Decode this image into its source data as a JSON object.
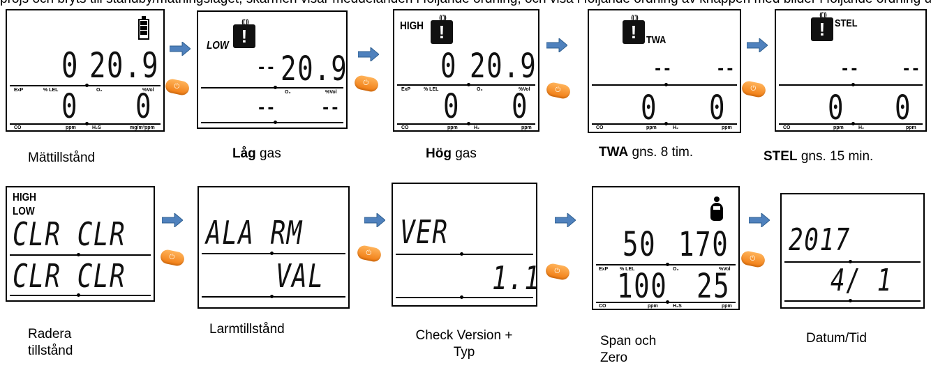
{
  "header_text": "projs och bryts till standby/mätningsläget, skärmen visar meddelanden i följande ordning, och visa i följande ordning av knappen med bilder i följande ordning under,",
  "units": {
    "exp": "ExP",
    "lel": "% LEL",
    "o2": "O₂",
    "vol": "%Vol",
    "co": "CO",
    "ppm": "ppm",
    "h2s": "H₂S",
    "h2": "H₂",
    "mg": "mg/m³ppm"
  },
  "screens": {
    "s1": {
      "top_left": "0",
      "top_right": "20.9",
      "bottom_left": "0",
      "bottom_right": "0"
    },
    "s2": {
      "label": "LOW",
      "top_left": "--",
      "top_right": "20.9",
      "bottom_left": "--",
      "bottom_right": "--"
    },
    "s3": {
      "label": "HIGH",
      "top_left": "0",
      "top_right": "20.9",
      "bottom_left": "0",
      "bottom_right": "0"
    },
    "s4": {
      "label": "TWA",
      "top_left": "--",
      "top_right": "--",
      "bottom_left": "0",
      "bottom_right": "0"
    },
    "s5": {
      "label": "STEL",
      "top_left": "--",
      "top_right": "--",
      "bottom_left": "0",
      "bottom_right": "0"
    },
    "s6": {
      "label1": "HIGH",
      "label2": "LOW",
      "line1": "CLR CLR",
      "line2": "CLR CLR"
    },
    "s7": {
      "line1": "ALA RM",
      "line2": "VAL"
    },
    "s8": {
      "line1": "VER",
      "line2": "1.1"
    },
    "s9": {
      "top_left": "50",
      "top_right": "170",
      "bottom_left": "100",
      "bottom_right": "25"
    },
    "s10": {
      "line1": "2017",
      "line2": "4/ 1"
    }
  },
  "captions": {
    "c1": {
      "text": "Mättillstånd"
    },
    "c2": {
      "bold": "Låg",
      "text": " gas"
    },
    "c3": {
      "bold": "Hög",
      "text": " gas"
    },
    "c4": {
      "bold": "TWA",
      "text": " gns. 8 tim."
    },
    "c5": {
      "bold": "STEL",
      "text": " gns. 15 min."
    },
    "c6": {
      "line1": "Radera",
      "line2": "tillstånd"
    },
    "c7": {
      "text": "Larmtillstånd"
    },
    "c8": {
      "line1": "Check Version +",
      "line2": "Typ"
    },
    "c9": {
      "line1": "Span och",
      "line2": "Zero"
    },
    "c10": {
      "text": "Datum/Tid"
    }
  },
  "colors": {
    "arrow": "#4f81bd",
    "button": "#f07a10"
  }
}
